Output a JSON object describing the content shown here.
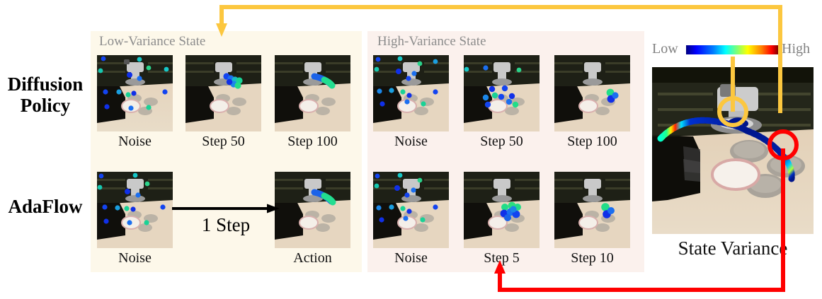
{
  "figure": {
    "kind": "method-comparison-figure",
    "rows": [
      {
        "id": "diffusion-policy",
        "label": "Diffusion\nPolicy",
        "label_line1": "Diffusion",
        "label_line2": "Policy"
      },
      {
        "id": "adaflow",
        "label": "AdaFlow",
        "label_line1": "AdaFlow",
        "label_line2": ""
      }
    ]
  },
  "panels": {
    "low": {
      "title": "Low-Variance State",
      "background": "#fdf8ea",
      "rows": {
        "diffusion_policy": {
          "captions": [
            "Noise",
            "Step 50",
            "Step 100"
          ]
        },
        "adaflow": {
          "captions": [
            "Noise",
            "Action"
          ],
          "transition_label": "1 Step"
        }
      }
    },
    "high": {
      "title": "High-Variance State",
      "background": "#fbf1ed",
      "rows": {
        "diffusion_policy": {
          "captions": [
            "Noise",
            "Step 50",
            "Step 100"
          ]
        },
        "adaflow": {
          "captions": [
            "Noise",
            "Step 5",
            "Step 10"
          ]
        }
      }
    }
  },
  "variance_panel": {
    "caption": "State Variance",
    "colorbar": {
      "low_label": "Low",
      "high_label": "High",
      "colormap": "jet",
      "stops": [
        "#00007f",
        "#0000ff",
        "#0080ff",
        "#00ffff",
        "#7cff79",
        "#ffff00",
        "#ff8000",
        "#ff0000",
        "#7f0000"
      ]
    },
    "annotations": [
      {
        "name": "low-variance-marker",
        "shape": "circle",
        "color": "#fcc73f",
        "points_to": "low-variance-panel"
      },
      {
        "name": "high-variance-marker",
        "shape": "circle",
        "color": "#ff0000",
        "points_to": "high-variance-panel"
      }
    ]
  },
  "connectors": [
    {
      "name": "yellow-connector-arrow",
      "color": "#fcc73f",
      "from": "state-variance-low-marker",
      "to": "low-variance-state-panel"
    },
    {
      "name": "red-connector-arrow",
      "color": "#ff0000",
      "from": "state-variance-high-marker",
      "to": "high-variance-state-panel"
    }
  ],
  "colors": {
    "yellow": "#fcc73f",
    "red": "#ff0000",
    "panel_low_bg": "#fdf8ea",
    "panel_high_bg": "#fbf1ed",
    "title_gray": "#8d8d8d"
  }
}
